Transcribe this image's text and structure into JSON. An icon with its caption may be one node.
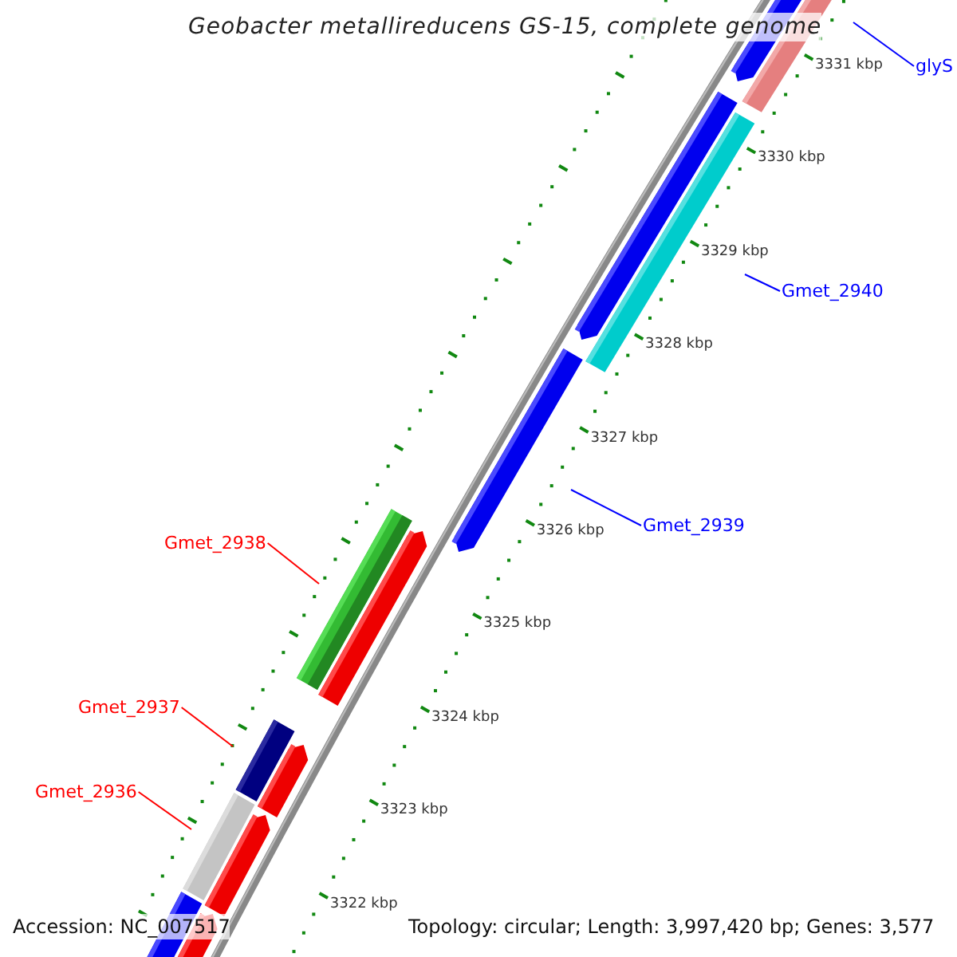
{
  "diagram": {
    "title": "Geobacter metallireducens GS-15, complete genome",
    "nodes": [
      {
        "text": [
          "glyS"
        ]
      },
      {
        "text": [
          "Gmet_2940"
        ]
      },
      {
        "text": [
          "Gmet_2939"
        ]
      },
      {
        "text": [
          "Gmet_2938"
        ]
      },
      {
        "text": [
          "Gmet_2937"
        ]
      },
      {
        "text": [
          "Gmet_2936"
        ]
      }
    ],
    "edges": [
      {
        "from": 0,
        "to": null,
        "arrow": "none",
        "color": "#0000ff"
      },
      {
        "from": 1,
        "to": null,
        "arrow": "none",
        "color": "#0000ff"
      },
      {
        "from": 2,
        "to": null,
        "arrow": "none",
        "color": "#0000ff"
      },
      {
        "from": 3,
        "to": null,
        "arrow": "none",
        "color": "#ff0000"
      },
      {
        "from": 4,
        "to": null,
        "arrow": "none",
        "color": "#ff0000"
      },
      {
        "from": 5,
        "to": null,
        "arrow": "none",
        "color": "#ff0000"
      }
    ],
    "labels": [
      "3331 kbp",
      "3330 kbp",
      "3329 kbp",
      "3328 kbp",
      "3327 kbp",
      "3326 kbp",
      "3325 kbp",
      "3324 kbp",
      "3323 kbp",
      "3322 kbp",
      "Accession: NC_007517",
      "Topology: circular; Length: 3,997,420 bp; Genes: 3,577"
    ]
  }
}
